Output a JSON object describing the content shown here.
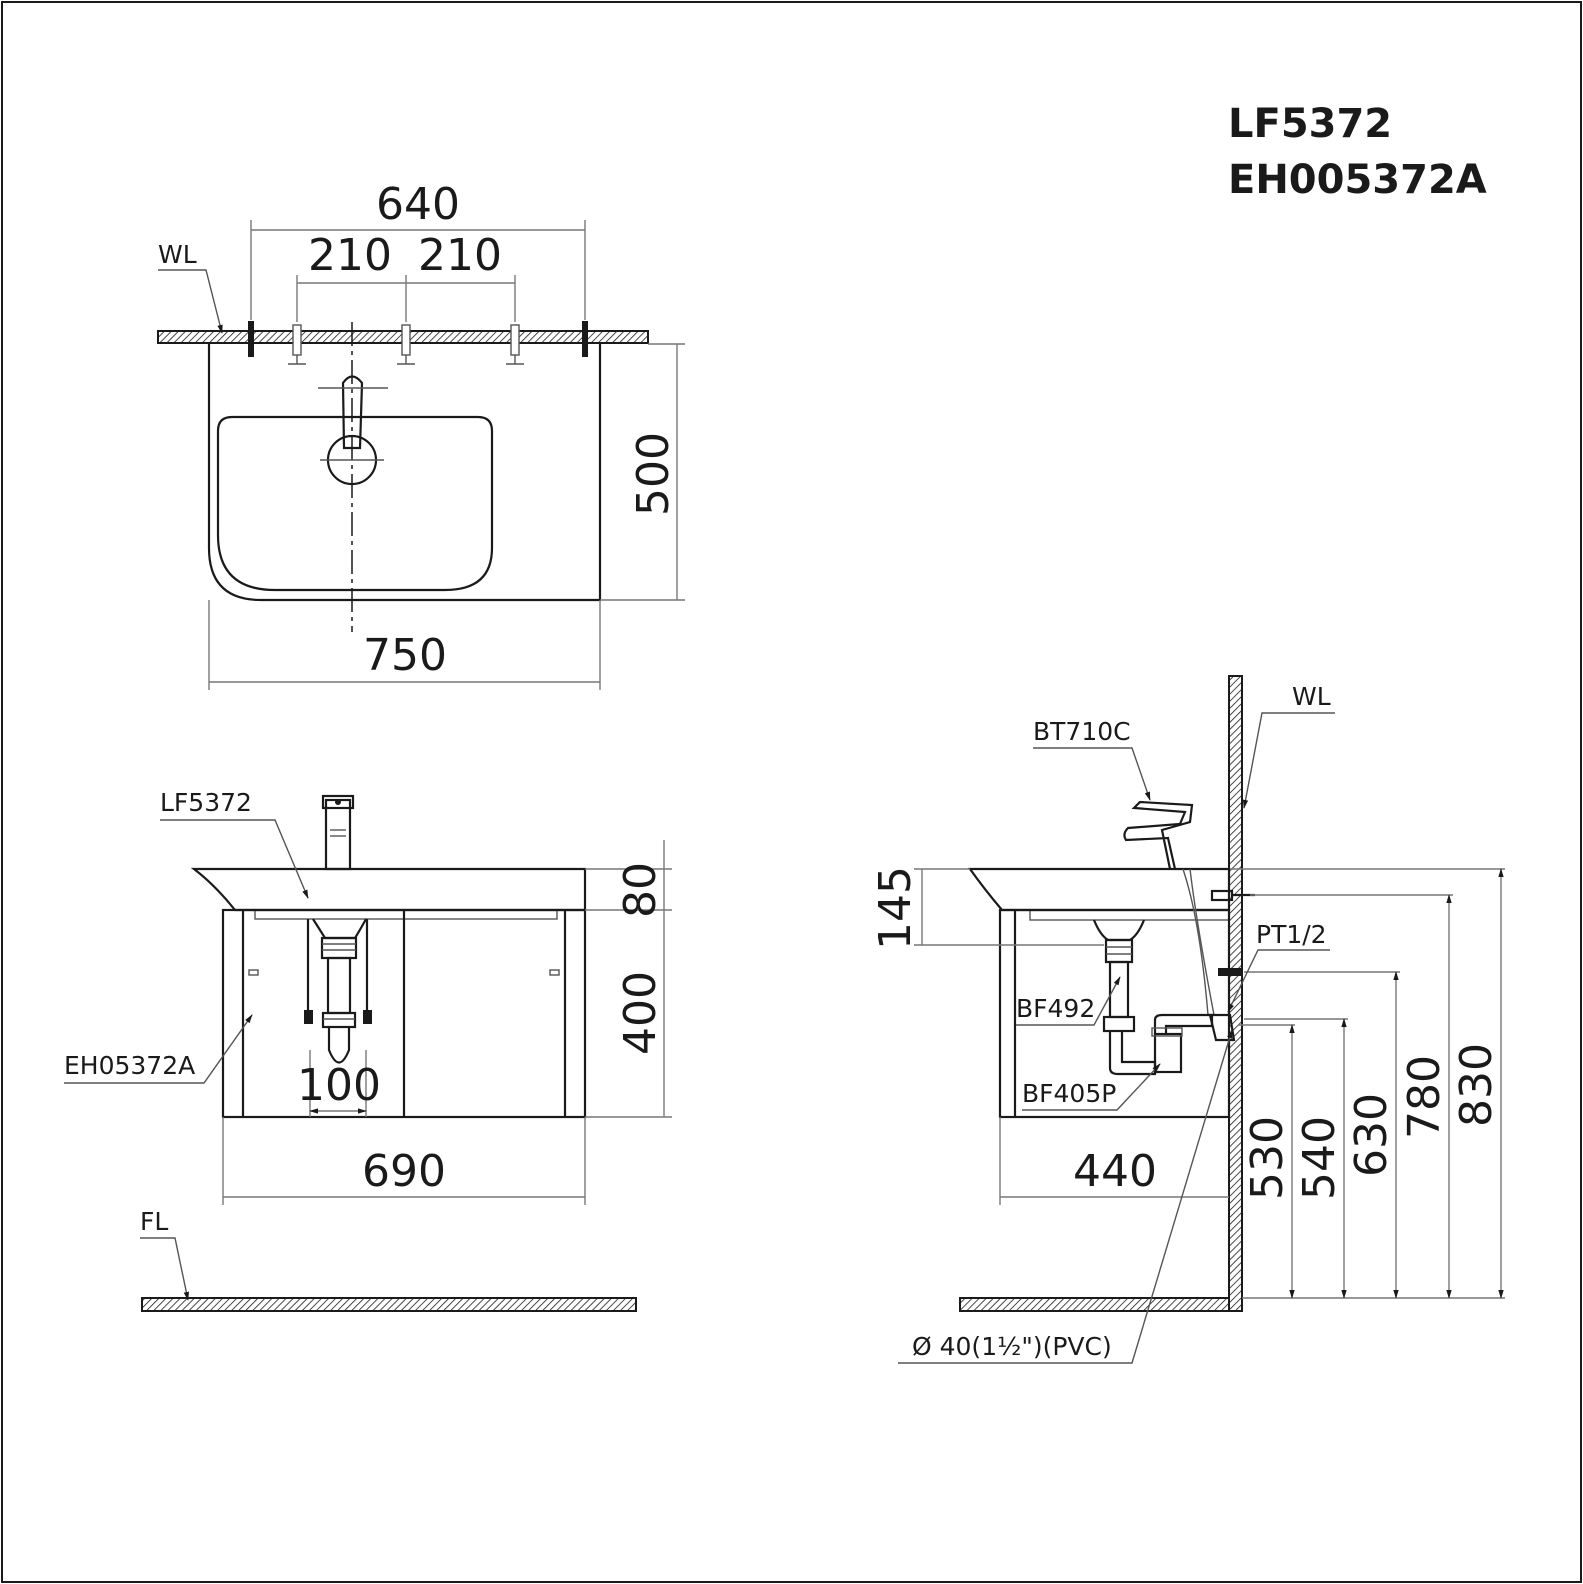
{
  "title": {
    "line1": "LF5372",
    "line2": "EH005372A"
  },
  "top_view": {
    "dims": {
      "overall_width": "640",
      "left_spacing": "210",
      "right_spacing": "210",
      "depth": "500",
      "basin_width": "750"
    },
    "labels": {
      "wall_line": "WL"
    }
  },
  "front_view": {
    "dims": {
      "basin_height": "80",
      "cabinet_height": "400",
      "waste_width": "100",
      "cabinet_width": "690"
    },
    "labels": {
      "basin": "LF5372",
      "cabinet": "EH05372A",
      "floor_line": "FL"
    }
  },
  "side_view": {
    "dims": {
      "rim_to_trap": "145",
      "depth": "440",
      "h530": "530",
      "h540": "540",
      "h630": "630",
      "h780": "780",
      "h830": "830"
    },
    "labels": {
      "wall_line": "WL",
      "faucet": "BT710C",
      "angle_valve": "PT1/2",
      "drain": "BF492",
      "trap": "BF405P",
      "pipe": "Ø  40(1½\")(PVC)"
    }
  }
}
